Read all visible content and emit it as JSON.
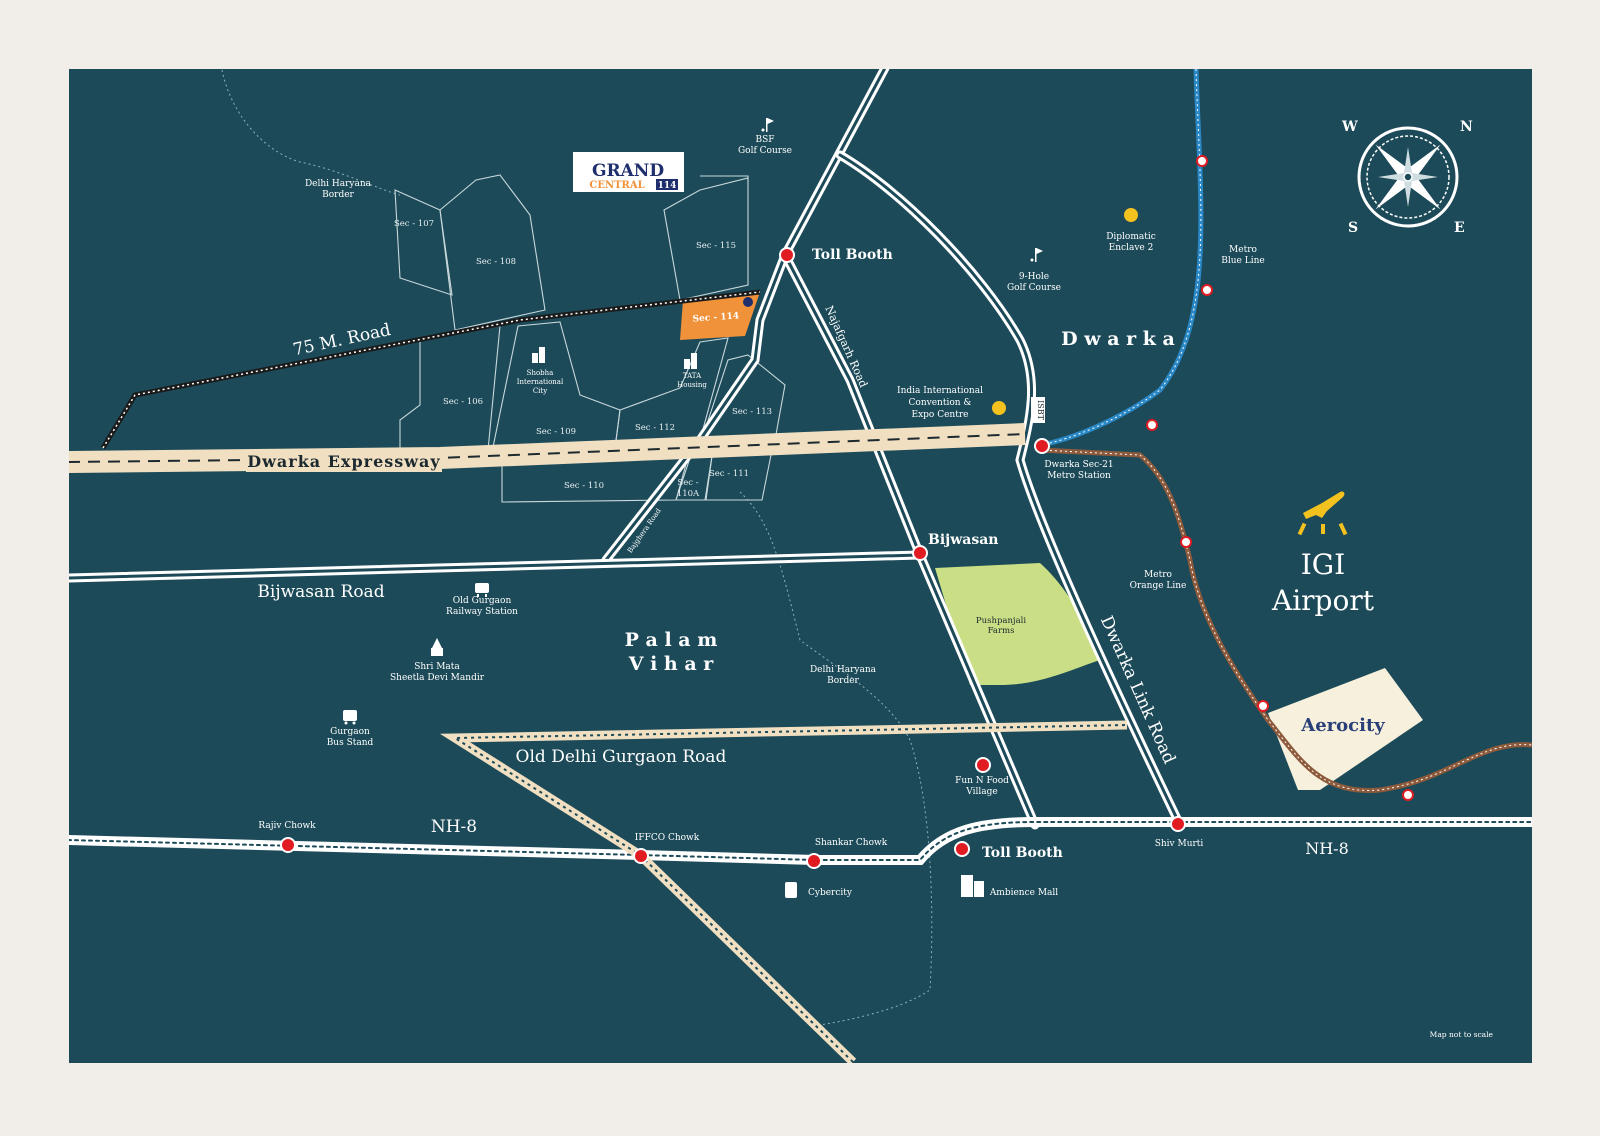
{
  "brand": {
    "logo_line1": "GRAND",
    "logo_line2": "CENTRAL",
    "logo_number": "114"
  },
  "colors": {
    "page_bg": "#f1eeea",
    "map_bg": "#1c4a58",
    "road": "#ffffff",
    "expressway": "#f1dfc2",
    "highlight_sector": "#f0923a",
    "station_marker": "#e11b22",
    "landmark_marker": "#f4c21e",
    "blue_line": "#2a88c7",
    "orange_line": "#8e5a3c",
    "farm": "#c9de85",
    "aerocity_bg": "#f6f0dc",
    "airport_accent": "#f4c21e"
  },
  "roads": {
    "road_75m": "75 M. Road",
    "dwarka_expressway": "Dwarka Expressway",
    "bijwasan_road": "Bijwasan Road",
    "najafgarh_road": "Najafgarh Road",
    "bajghera_road": "Bajghera Road",
    "dwarka_link_road": "Dwarka Link Road",
    "old_delhi_gurgaon_road": "Old Delhi Gurgaon Road",
    "nh8_left": "NH-8",
    "nh8_right": "NH-8"
  },
  "sectors": {
    "s107": "Sec - 107",
    "s108": "Sec - 108",
    "s115": "Sec - 115",
    "s114": "Sec - 114",
    "s106": "Sec - 106",
    "s109": "Sec - 109",
    "s112": "Sec - 112",
    "s113": "Sec - 113",
    "s110": "Sec - 110",
    "s110a_1": "Sec -",
    "s110a_2": "110A",
    "s111": "Sec - 111"
  },
  "areas": {
    "dwarka": "D w a r k a",
    "palam_1": "P a l a m",
    "palam_2": "V i h a r",
    "igi_1": "IGI",
    "igi_2": "Airport",
    "aerocity": "Aerocity",
    "pushpanjali_1": "Pushpanjali",
    "pushpanjali_2": "Farms"
  },
  "places": {
    "delhi_haryana_border_top_1": "Delhi Haryana",
    "delhi_haryana_border_top_2": "Border",
    "bsf_1": "BSF",
    "bsf_2": "Golf Course",
    "golf9_1": "9-Hole",
    "golf9_2": "Golf Course",
    "diplomatic_1": "Diplomatic",
    "diplomatic_2": "Enclave 2",
    "metro_blue_1": "Metro",
    "metro_blue_2": "Blue Line",
    "metro_orange_1": "Metro",
    "metro_orange_2": "Orange Line",
    "iicc_1": "India International",
    "iicc_2": "Convention &",
    "iicc_3": "Expo Centre",
    "isbt": "ISBT",
    "dwarka21_1": "Dwarka Sec-21",
    "dwarka21_2": "Metro Station",
    "shobha_1": "Shobha",
    "shobha_2": "International",
    "shobha_3": "City",
    "tata_1": "TATA",
    "tata_2": "Housing",
    "toll_top": "Toll Booth",
    "bijwasan": "Bijwasan",
    "old_gurgaon_rs_1": "Old Gurgaon",
    "old_gurgaon_rs_2": "Railway Station",
    "sheetla_1": "Shri Mata",
    "sheetla_2": "Sheetla Devi Mandir",
    "gurgaon_bus_1": "Gurgaon",
    "gurgaon_bus_2": "Bus Stand",
    "delhi_haryana_border_mid_1": "Delhi Haryana",
    "delhi_haryana_border_mid_2": "Border",
    "funnfood_1": "Fun N Food",
    "funnfood_2": "Village",
    "rajiv_chowk": "Rajiv Chowk",
    "iffco_chowk": "IFFCO Chowk",
    "shankar_chowk": "Shankar Chowk",
    "toll_bottom": "Toll Booth",
    "shiv_murti": "Shiv Murti",
    "cybercity": "Cybercity",
    "ambience": "Ambience Mall"
  },
  "compass": {
    "n": "N",
    "e": "E",
    "s": "S",
    "w": "W"
  },
  "footnote": "Map not to scale",
  "icons": {
    "compass": "compass-rose-icon",
    "airport": "airplane-icon",
    "golf": "golf-icon",
    "building": "building-icon",
    "train": "train-icon",
    "temple": "temple-icon",
    "bus": "bus-icon",
    "mall": "mall-icon"
  }
}
